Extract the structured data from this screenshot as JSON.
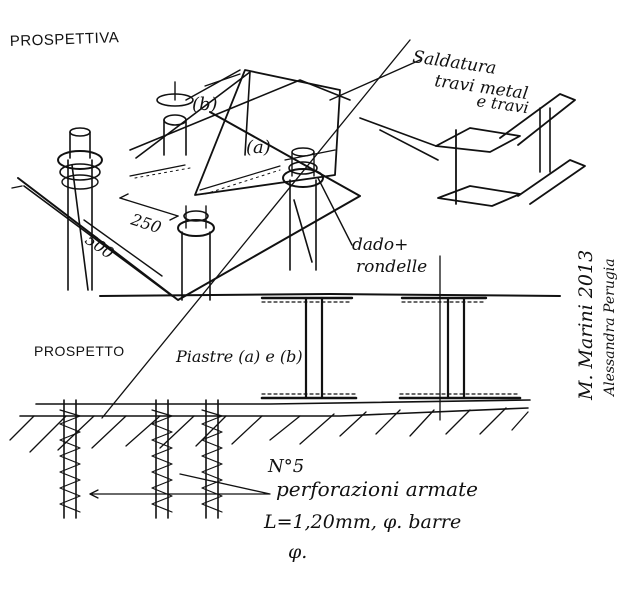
{
  "labels": {
    "prospettiva": "PROSPETTIVA",
    "saldatura_line1": "Saldatura",
    "saldatura_line2": "travi metal",
    "saldatura_line3": "e travi",
    "plate_b": "(b)",
    "plate_a": "(a)",
    "dim_250": "250",
    "dim_500": "500",
    "dado_line1": "dado+",
    "dado_line2": "rondelle",
    "prospetto": "PROSPETTO",
    "piastre": "Piastre (a) e (b)",
    "note_line1": "N°5",
    "note_line2": "perforazioni armate",
    "note_line3": "L=1,20mm, φ.  barre",
    "note_line4": "φ.",
    "signature": "M. Marini 2013",
    "signature2": "Alessandra Perugia"
  }
}
